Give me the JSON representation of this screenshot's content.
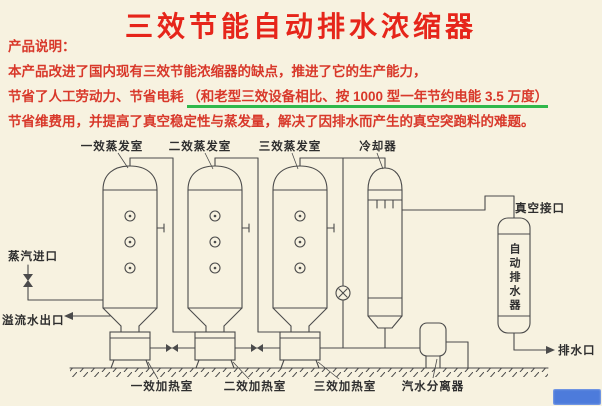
{
  "title": "三效节能自动排水浓缩器",
  "description": {
    "heading": "产品说明：",
    "line1": "本产品改进了国内现有三效节能浓缩器的缺点，推进了它的生产能力，",
    "line2_prefix": "节省了人工劳动力、节省电耗 ",
    "line2_highlight": "（和老型三效设备相比、按 1000 型一年节约电能 3.5 万度）",
    "line3": "节省维费用，并提高了真空稳定性与蒸发量，解决了因排水而产生的真空突跑料的难题。"
  },
  "diagram": {
    "labels": {
      "evaporator1": "一效蒸发室",
      "evaporator2": "二效蒸发室",
      "evaporator3": "三效蒸发室",
      "cooler": "冷却器",
      "vacuum_port": "真空接口",
      "steam_inlet": "蒸汽进口",
      "auto_drainer": "自动排水器",
      "overflow_outlet": "溢流水出口",
      "drain_outlet": "排水口",
      "heater1": "一效加热室",
      "heater2": "二效加热室",
      "heater3": "三效加热室",
      "separator": "汽水分离器"
    }
  },
  "colors": {
    "background": "#f7f2e0",
    "title_red": "#e6251a",
    "text_red": "#d8382a",
    "highlight_green": "#2fb84b",
    "line_gray": "#4b4b4b"
  }
}
